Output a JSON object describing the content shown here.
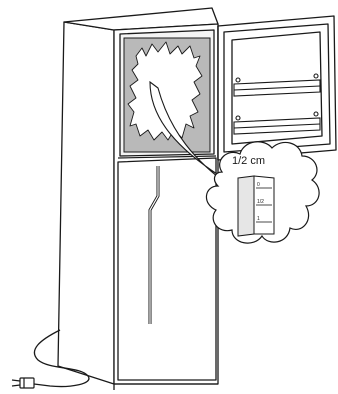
{
  "callout": {
    "thickness_label": "1/2 cm",
    "gauge_marks": [
      "0",
      "1/2",
      "1"
    ]
  },
  "colors": {
    "line": "#1a1a1a",
    "ice_gray": "#b9b9b9",
    "ice_light": "#ffffff",
    "background": "#ffffff"
  }
}
